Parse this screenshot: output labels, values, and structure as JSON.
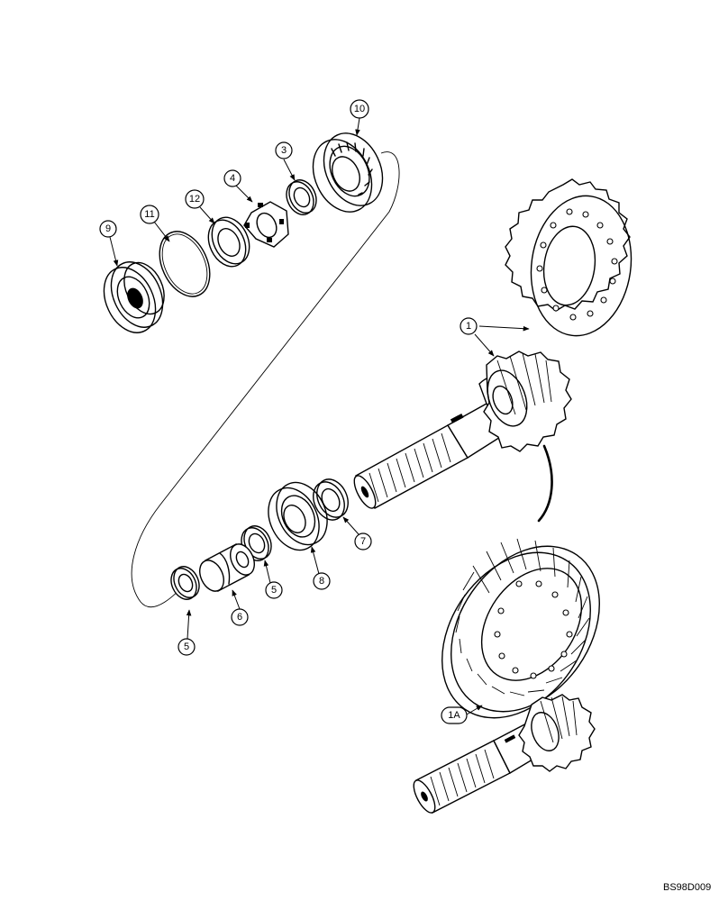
{
  "callouts": {
    "c10": "10",
    "c3": "3",
    "c4": "4",
    "c12": "12",
    "c11": "11",
    "c9": "9",
    "c1": "1",
    "c7": "7",
    "c8": "8",
    "c5a": "5",
    "c6": "6",
    "c5b": "5",
    "c1a": "1A"
  },
  "drawing_code": "BS98D009"
}
